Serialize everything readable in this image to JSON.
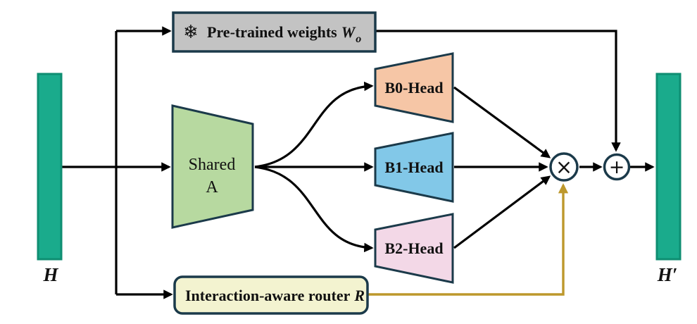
{
  "diagram": {
    "nodes": {
      "input_bar": {
        "label": "H"
      },
      "output_bar": {
        "label": "H′"
      },
      "pretrained": {
        "label_text": "Pre-trained weights",
        "var": "W",
        "sub": "o",
        "icon": "snowflake"
      },
      "shared_a": {
        "line1": "Shared",
        "line2": "A"
      },
      "b0_head": {
        "label": "B0-Head"
      },
      "b1_head": {
        "label": "B1-Head"
      },
      "b2_head": {
        "label": "B2-Head"
      },
      "router": {
        "label_text": "Interaction-aware router",
        "var": "R"
      },
      "multiply": {
        "symbol": "×"
      },
      "add": {
        "symbol": "+"
      }
    },
    "icons": {
      "snowflake_glyph": "❄"
    },
    "colors": {
      "bar_green": "#1aab8c",
      "bar_green_border": "#0f8e72",
      "node_border": "#1b3a4a",
      "pretrained_fill": "#c3c3c3",
      "shared_a_fill": "#b7d9a0",
      "b0_fill": "#f6c6a6",
      "b1_fill": "#82c8e8",
      "b2_fill": "#f3d8e7",
      "router_fill": "#f3f3d0",
      "gold": "#bd982c",
      "arrow_black": "#000000",
      "snowflake_blue": "#7ab2d8",
      "op_fill": "#ffffff"
    }
  }
}
